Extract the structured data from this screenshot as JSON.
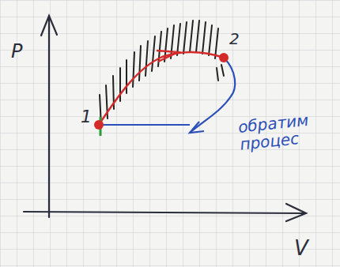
{
  "diagram": {
    "labels": [
      "P",
      "V",
      "1",
      "2",
      "обратим процес"
    ]
  }
}
